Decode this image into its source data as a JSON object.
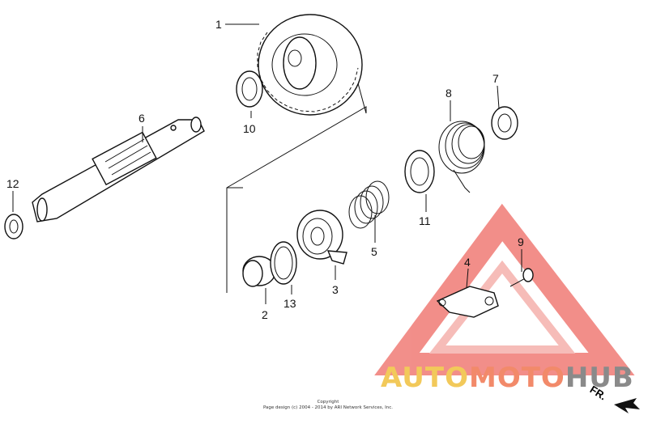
{
  "labels": {
    "p1": "1",
    "p2": "2",
    "p3": "3",
    "p4": "4",
    "p5": "5",
    "p6": "6",
    "p7": "7",
    "p8": "8",
    "p9": "9",
    "p10": "10",
    "p11": "11",
    "p12": "12",
    "p13": "13"
  },
  "watermark": {
    "part1": "AUTO",
    "part2": "MOTO",
    "part3": "HUB"
  },
  "copyright": {
    "line1": "Copyright",
    "line2": "Page design (c) 2004 - 2014 by ARI Network Services, Inc."
  },
  "direction": {
    "label": "FR."
  },
  "colors": {
    "accent_red": "#e8332a",
    "auto_yellow": "#f2c95a",
    "hub_gray": "#8a8a8a"
  }
}
